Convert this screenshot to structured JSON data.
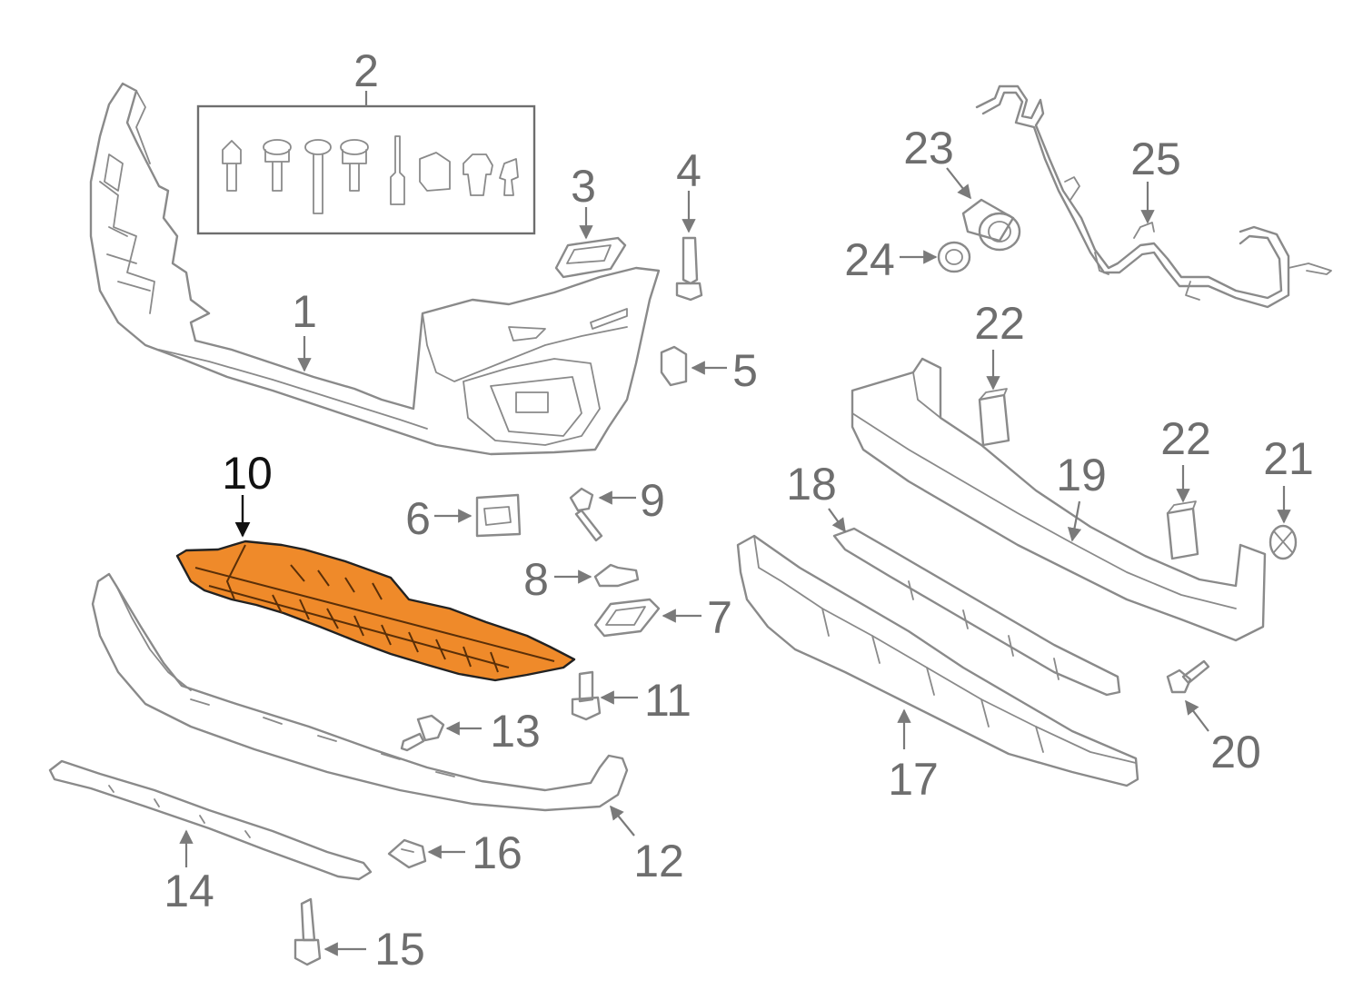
{
  "diagram": {
    "highlight_color": "#ef8a2a",
    "highlighted_part": "10",
    "callouts": [
      {
        "id": "c1",
        "label": "1"
      },
      {
        "id": "c2",
        "label": "2"
      },
      {
        "id": "c3",
        "label": "3"
      },
      {
        "id": "c4",
        "label": "4"
      },
      {
        "id": "c5",
        "label": "5"
      },
      {
        "id": "c6",
        "label": "6"
      },
      {
        "id": "c7",
        "label": "7"
      },
      {
        "id": "c8",
        "label": "8"
      },
      {
        "id": "c9",
        "label": "9"
      },
      {
        "id": "c10",
        "label": "10"
      },
      {
        "id": "c11",
        "label": "11"
      },
      {
        "id": "c12",
        "label": "12"
      },
      {
        "id": "c13",
        "label": "13"
      },
      {
        "id": "c14",
        "label": "14"
      },
      {
        "id": "c15",
        "label": "15"
      },
      {
        "id": "c16",
        "label": "16"
      },
      {
        "id": "c17",
        "label": "17"
      },
      {
        "id": "c18",
        "label": "18"
      },
      {
        "id": "c19",
        "label": "19"
      },
      {
        "id": "c20",
        "label": "20"
      },
      {
        "id": "c21",
        "label": "21"
      },
      {
        "id": "c22a",
        "label": "22"
      },
      {
        "id": "c22b",
        "label": "22"
      },
      {
        "id": "c23",
        "label": "23"
      },
      {
        "id": "c24",
        "label": "24"
      },
      {
        "id": "c25",
        "label": "25"
      }
    ]
  }
}
